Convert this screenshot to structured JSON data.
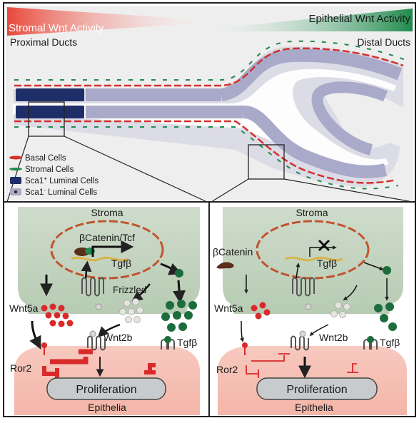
{
  "top": {
    "stromal_activity": "Stromal Wnt Activity",
    "epithelial_activity": "Epithelial Wnt Activity",
    "proximal": "Proximal Ducts",
    "distal": "Distal Ducts",
    "colors": {
      "stromal": "#e8493b",
      "epithelial": "#1f8a4c"
    }
  },
  "legend": {
    "basal": "Basal Cells",
    "stromal": "Stromal Cells",
    "sca1_pos": "Sca1",
    "sca1_pos_sup": "+",
    "sca1_neg": "Sca1",
    "sca1_neg_sup": "-",
    "luminal": " Luminal Cells"
  },
  "left_panel": {
    "stroma": "Stroma",
    "bcatenin_tcf": "βCatenin/Tcf",
    "tgfb_gene": "Tgfβ",
    "frizzled": "Frizzled",
    "wnt5a": "Wnt5a",
    "wnt2b": "Wnt2b",
    "tgfb": "Tgfβ",
    "ror2": "Ror2",
    "proliferation": "Proliferation",
    "epithelia": "Epithelia"
  },
  "right_panel": {
    "stroma": "Stroma",
    "bcatenin": "βCatenin",
    "tgfb_gene": "Tgfβ",
    "wnt5a": "Wnt5a",
    "wnt2b": "Wnt2b",
    "tgfb": "Tgfβ",
    "ror2": "Ror2",
    "proliferation": "Proliferation",
    "epithelia": "Epithelia"
  }
}
